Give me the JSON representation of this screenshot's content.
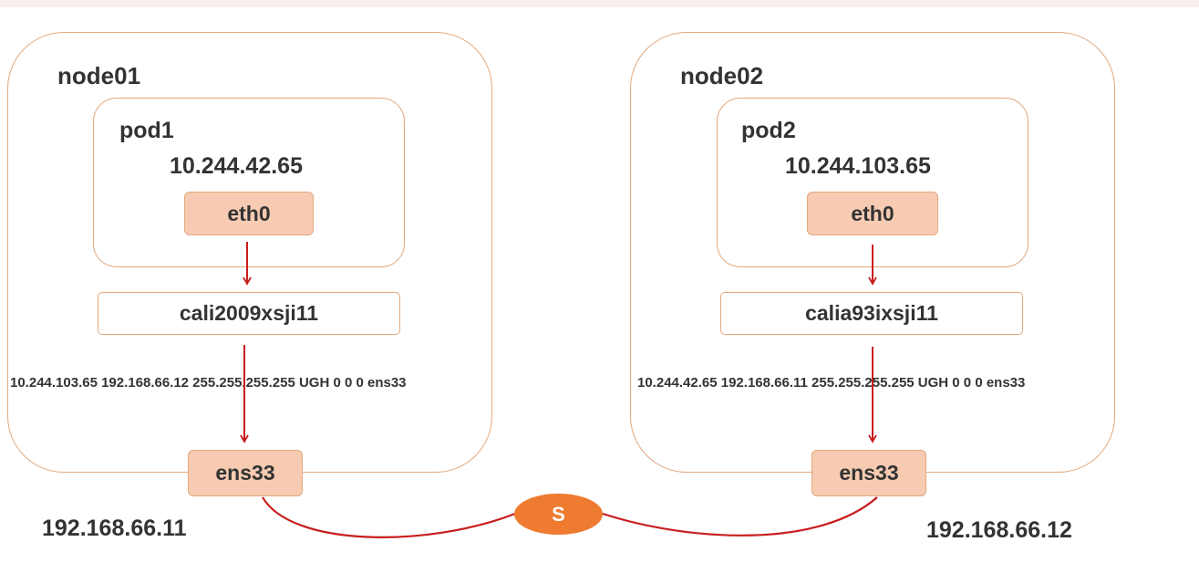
{
  "nodes": [
    {
      "name": "node01",
      "pod": {
        "name": "pod1",
        "ip": "10.244.42.65",
        "iface": "eth0"
      },
      "veth": "cali2009xsji11",
      "route": "10.244.103.65 192.168.66.12 255.255.255.255 UGH 0 0  0 ens33",
      "nic": "ens33",
      "host_ip": "192.168.66.11"
    },
    {
      "name": "node02",
      "pod": {
        "name": "pod2",
        "ip": "10.244.103.65",
        "iface": "eth0"
      },
      "veth": "calia93ixsji11",
      "route": "10.244.42.65 192.168.66.11 255.255.255.255 UGH 0 0  0 ens33",
      "nic": "ens33",
      "host_ip": "192.168.66.12"
    }
  ],
  "switch": {
    "label": "S"
  },
  "colors": {
    "border": "#e2a97e",
    "iface_fill": "#f7cbb2",
    "arrow": "#c81d1d",
    "switch": "#ee7b2f"
  }
}
